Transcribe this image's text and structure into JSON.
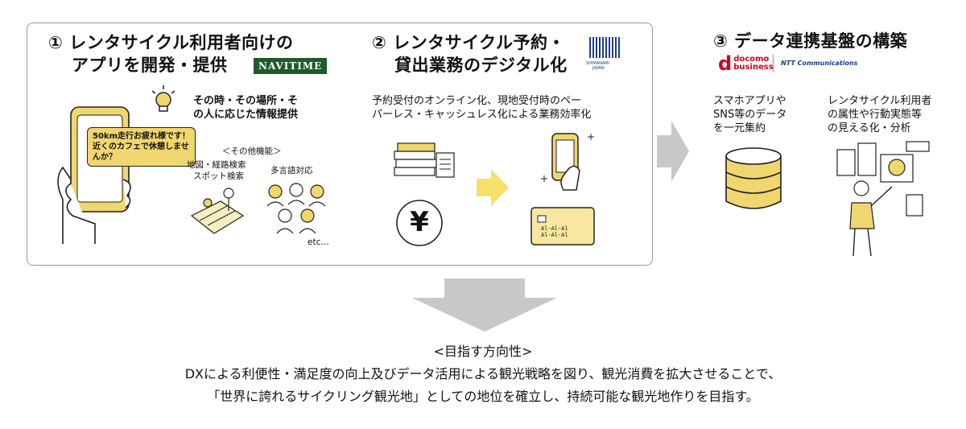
{
  "section1": {
    "number": "①",
    "title_line1": "レンタサイクル利用者向けの",
    "title_line2": "アプリを開発・提供",
    "navitime": "NAVITIME",
    "info_line1": "その時・その場所・そ",
    "info_line2": "の人に応じた情報提供",
    "bubble_line1": "50km走行お疲れ様です！",
    "bubble_line2": "近くのカフェで休憩しませ",
    "bubble_line3": "んか？",
    "other_features": "＜その他機能＞",
    "feature1_line1": "地図・経路検索",
    "feature1_line2": "スポット検索",
    "feature2": "多言語対応",
    "etc": "etc…"
  },
  "section2": {
    "number": "②",
    "title_line1": "レンタサイクル予約・",
    "title_line2": "貸出業務のデジタル化",
    "logo_text_line1": "SHIMANAMI",
    "logo_text_line2": "JAPAN",
    "desc_line1": "予約受付のオンライン化、現地受付時のペー",
    "desc_line2": "パーレス・キャッシュレス化による業務効率化",
    "yen_symbol": "¥",
    "card_text1": "Al-Al-Al",
    "card_text2": "Al-Al-Al"
  },
  "section3": {
    "number": "③",
    "title": "データ連携基盤の構築",
    "docomo_d": "d",
    "docomo_line1": "docomo",
    "docomo_line2": "business",
    "ntt": "NTT Communications",
    "col1_line1": "スマホアプリや",
    "col1_line2": "SNS等のデータ",
    "col1_line3": "を一元集約",
    "col2_line1": "レンタサイクル利用者",
    "col2_line2": "の属性や行動実態等",
    "col2_line3": "の見える化・分析"
  },
  "bottom": {
    "heading": "<目指す方向性>",
    "line1": "DXによる利便性・満足度の向上及びデータ活用による観光戦略を図り、観光消費を拡大させることで、",
    "line2": "「世界に誇れるサイクリング観光地」としての地位を確立し、持続可能な観光地作りを目指す。"
  },
  "colors": {
    "accent_yellow": "#efd66f",
    "arrow_gray": "#c8c8c8",
    "navitime_green": "#1f5a2c",
    "docomo_red": "#d4001b",
    "shimanami_blue": "#1f3f8f"
  }
}
